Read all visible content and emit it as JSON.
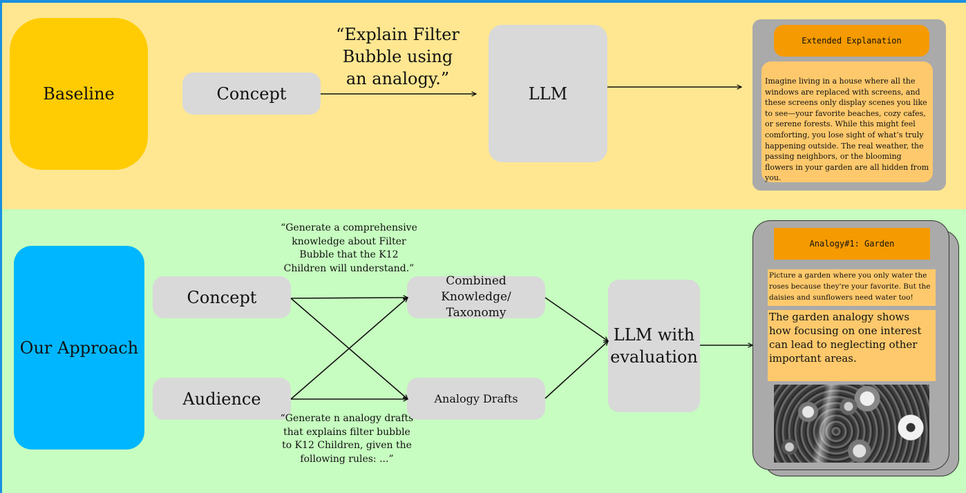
{
  "baseline": {
    "label": "Baseline",
    "concept": "Concept",
    "prompt": "“Explain Filter Bubble using an analogy.”",
    "llm": "LLM",
    "output": {
      "title": "Extended Explanation",
      "text": "Imagine living in a house where all the windows are replaced with screens, and these screens only display scenes you like to see—your favorite beaches, cozy cafes, or serene forests. While this might feel comforting, you lose sight of what’s truly happening outside. The real weather, the passing neighbors, or the blooming flowers in your garden are all hidden from you."
    }
  },
  "approach": {
    "label": "Our Approach",
    "concept": "Concept",
    "audience": "Audience",
    "prompt_knowledge": "“Generate a comprehensive knowledge about Filter Bubble that the K12 Children will understand.”",
    "prompt_drafts": "“Generate n analogy drafts that explains filter bubble to K12 Children, given the following rules: ...”",
    "knowledge": "Combined Knowledge/ Taxonomy",
    "drafts": "Analogy Drafts",
    "llm": "LLM with evaluation",
    "output": {
      "title": "Analogy#1: Garden",
      "analogy": "Picture a garden where you only water the roses because they're your favorite. But the daisies and sunflowers need water too!",
      "explanation": "The garden analogy shows how focusing on one interest can lead to neglecting other important areas.",
      "image": "garden-image"
    }
  },
  "colors": {
    "top_band": "#ffe791",
    "bottom_band": "#c7fdc0",
    "baseline_box": "#ffcc03",
    "approach_box": "#00b7ff",
    "node": "#d9d9d9",
    "card": "#aaaaaa",
    "card_title": "#f59a00",
    "card_body": "#fec96c"
  }
}
